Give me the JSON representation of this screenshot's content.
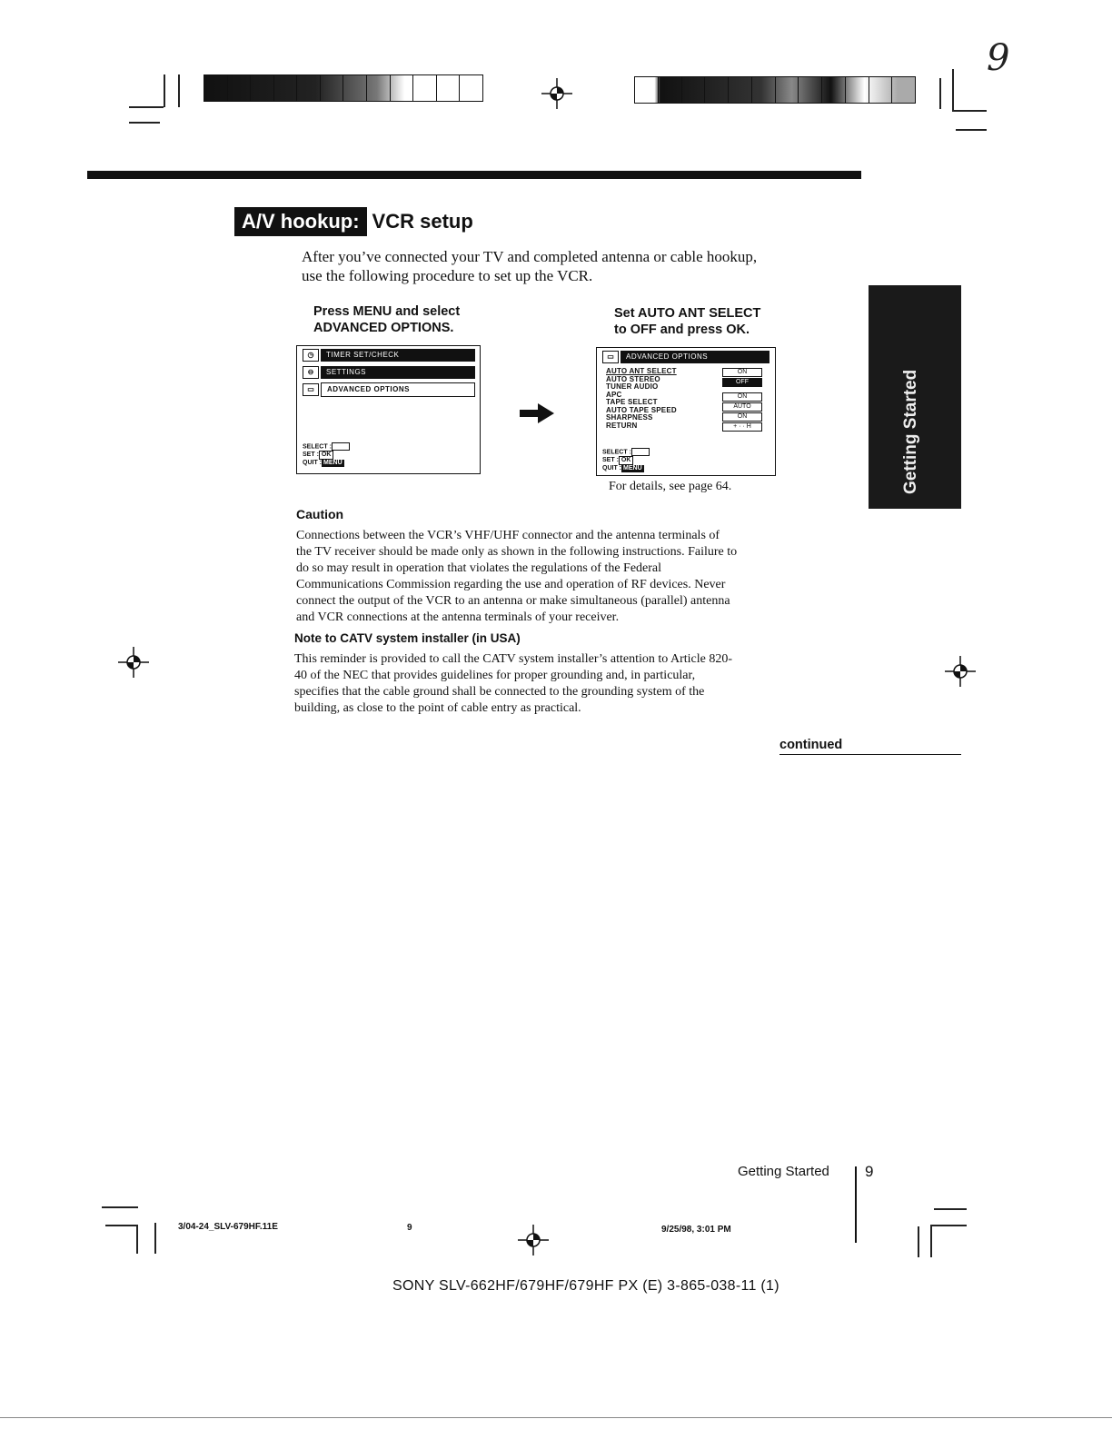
{
  "header": {
    "corner_number": "9"
  },
  "section": {
    "highlight": "A/V hookup:",
    "title_rest": "VCR setup"
  },
  "intro_lines": [
    "After you’ve connected your TV and completed antenna or cable hookup,",
    "use the following procedure to set up the VCR."
  ],
  "steps": [
    {
      "lines": [
        "Press MENU and select",
        "ADVANCED OPTIONS."
      ]
    },
    {
      "lines": [
        "Set AUTO ANT SELECT",
        "to OFF and press OK."
      ]
    }
  ],
  "screen1": {
    "rows": [
      "TIMER SET/CHECK",
      "SETTINGS",
      "ADVANCED OPTIONS"
    ],
    "footer": [
      "SELECT",
      "SET",
      "QUIT"
    ],
    "footer_keys": [
      "",
      "OK",
      "MENU"
    ]
  },
  "screen2": {
    "header": "ADVANCED OPTIONS",
    "items": [
      "AUTO ANT SELECT",
      "AUTO STEREO",
      "TUNER AUDIO",
      "APC",
      "TAPE SELECT",
      "AUTO TAPE SPEED",
      "SHARPNESS",
      "RETURN"
    ],
    "values": [
      "ON",
      "OFF",
      "ON",
      "AUTO",
      "ON",
      "+ · · H"
    ],
    "footer": [
      "SELECT",
      "SET",
      "QUIT"
    ],
    "footer_keys": [
      "",
      "OK",
      "MENU"
    ]
  },
  "details_note": "For details, see page 64.",
  "caution": {
    "heading": "Caution",
    "lines": [
      "Connections between the VCR’s VHF/UHF connector and the antenna terminals of",
      "the TV receiver should be made only as shown in the following instructions. Failure to",
      "do so may result in operation that violates the regulations of the Federal",
      "Communications Commission regarding the use and operation of RF devices.  Never",
      "connect the output of the VCR to an antenna or make simultaneous (parallel) antenna",
      "and VCR connections at the antenna terminals of your receiver."
    ]
  },
  "note": {
    "heading": "Note to CATV system installer (in USA)",
    "lines": [
      "This reminder is provided to call the CATV system installer’s attention to Article 820-",
      "40 of the NEC that provides guidelines for proper grounding and, in particular,",
      "specifies that the cable ground shall be connected to the grounding system of the",
      "building, as close to the point of cable entry as practical."
    ]
  },
  "continued": "continued",
  "side_tab": "Getting Started",
  "footer": {
    "section_name": "Getting Started",
    "page_number": "9",
    "file_code": "3/04-24_SLV-679HF.11E",
    "small_page": "9",
    "datetime": "9/25/98, 3:01 PM",
    "model_line": "SONY  SLV-662HF/679HF/679HF PX (E)   3-865-038-11 (1)"
  },
  "colors": {
    "ink": "#111111",
    "paper": "#ffffff",
    "tab_bg": "#1a1a1a"
  }
}
